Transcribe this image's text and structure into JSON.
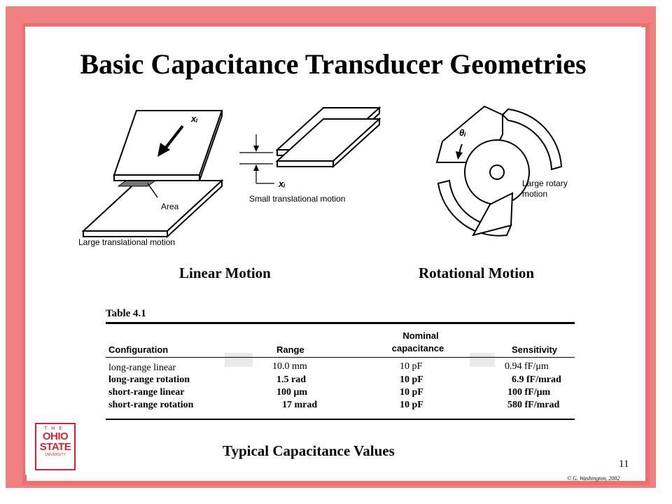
{
  "slide": {
    "title": "Basic Capacitance Transducer Geometries",
    "caption_linear": "Linear Motion",
    "caption_rotational": "Rotational Motion",
    "caption_table": "Typical Capacitance Values",
    "page_number": "11",
    "copyright": "© G. Washington, 2002"
  },
  "figures": {
    "large_translational": "Large translational motion",
    "area": "Area",
    "xi": "xᵢ",
    "small_translational": "Small translational motion",
    "theta_i": "θᵢ",
    "large_rotary_1": "Large rotary",
    "large_rotary_2": "motion"
  },
  "table": {
    "label": "Table 4.1",
    "headers": {
      "configuration": "Configuration",
      "range": "Range",
      "nominal_1": "Nominal",
      "nominal_2": "capacitance",
      "sensitivity": "Sensitivity"
    },
    "rows": [
      {
        "config": "long-range linear",
        "range": "10.0 mm",
        "cap": "10 pF",
        "sens": "0.94 fF/μm"
      },
      {
        "config": "long-range rotation",
        "range": "1.5 rad",
        "cap": "10 pF",
        "sens": "6.9 fF/mrad"
      },
      {
        "config": "short-range linear",
        "range": "100 μm",
        "cap": "10 pF",
        "sens": "100 fF/μm"
      },
      {
        "config": "short-range rotation",
        "range": "17 mrad",
        "cap": "10 pF",
        "sens": "580 fF/mrad"
      }
    ]
  },
  "logo": {
    "the": "THE",
    "ohio": "OHIO",
    "state": "STATE",
    "university": "UNIVERSITY"
  },
  "colors": {
    "frame": "#f07f80",
    "logo_red": "#c8282f"
  }
}
